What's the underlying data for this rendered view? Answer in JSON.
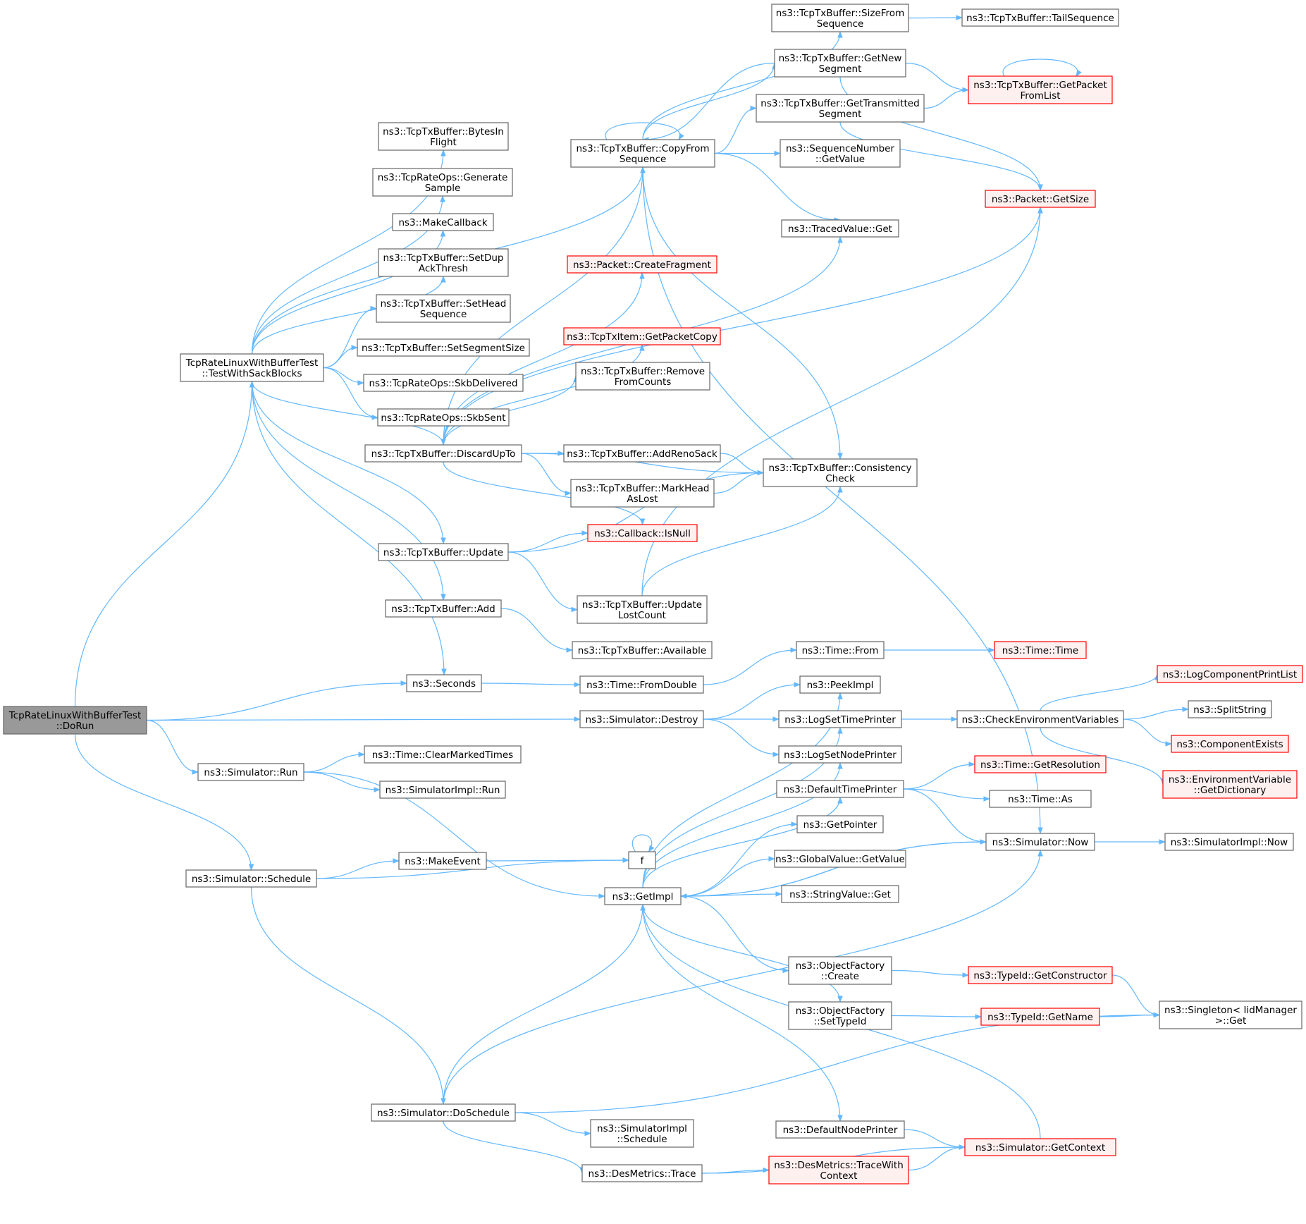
{
  "colors": {
    "edge": "#63b8ff",
    "normal_border": "#666666",
    "normal_fill": "#ffffff",
    "root_fill": "#999999",
    "root_border": "#666666",
    "truncated_border": "#ff0000",
    "truncated_fill": "#fff0f0",
    "text": "#000000"
  },
  "nodes": [
    {
      "id": "dorun",
      "lines": [
        "TcpRateLinuxWithBufferTest",
        "::DoRun"
      ],
      "style": "root"
    },
    {
      "id": "testsack",
      "lines": [
        "TcpRateLinuxWithBufferTest",
        "::TestWithSackBlocks"
      ],
      "style": "normal"
    },
    {
      "id": "seconds",
      "lines": [
        "ns3::Seconds"
      ],
      "style": "normal"
    },
    {
      "id": "simrun",
      "lines": [
        "ns3::Simulator::Run"
      ],
      "style": "normal"
    },
    {
      "id": "simschedule",
      "lines": [
        "ns3::Simulator::Schedule"
      ],
      "style": "normal"
    },
    {
      "id": "simdestroy",
      "lines": [
        "ns3::Simulator::Destroy"
      ],
      "style": "normal"
    },
    {
      "id": "bytesinflight",
      "lines": [
        "ns3::TcpTxBuffer::BytesIn",
        "Flight"
      ],
      "style": "normal"
    },
    {
      "id": "gensample",
      "lines": [
        "ns3::TcpRateOps::Generate",
        "Sample"
      ],
      "style": "normal"
    },
    {
      "id": "makecallback",
      "lines": [
        "ns3::MakeCallback"
      ],
      "style": "normal"
    },
    {
      "id": "setdupack",
      "lines": [
        "ns3::TcpTxBuffer::SetDup",
        "AckThresh"
      ],
      "style": "normal"
    },
    {
      "id": "sethead",
      "lines": [
        "ns3::TcpTxBuffer::SetHead",
        "Sequence"
      ],
      "style": "normal"
    },
    {
      "id": "setsegsize",
      "lines": [
        "ns3::TcpTxBuffer::SetSegmentSize"
      ],
      "style": "normal"
    },
    {
      "id": "skbdelivered",
      "lines": [
        "ns3::TcpRateOps::SkbDelivered"
      ],
      "style": "normal"
    },
    {
      "id": "skbsent",
      "lines": [
        "ns3::TcpRateOps::SkbSent"
      ],
      "style": "normal"
    },
    {
      "id": "discardupto",
      "lines": [
        "ns3::TcpTxBuffer::DiscardUpTo"
      ],
      "style": "normal"
    },
    {
      "id": "update",
      "lines": [
        "ns3::TcpTxBuffer::Update"
      ],
      "style": "normal"
    },
    {
      "id": "add",
      "lines": [
        "ns3::TcpTxBuffer::Add"
      ],
      "style": "normal"
    },
    {
      "id": "copyfromseq",
      "lines": [
        "ns3::TcpTxBuffer::CopyFrom",
        "Sequence"
      ],
      "style": "normal"
    },
    {
      "id": "createfrag",
      "lines": [
        "ns3::Packet::CreateFragment"
      ],
      "style": "truncated"
    },
    {
      "id": "getpacketcopy",
      "lines": [
        "ns3::TcpTxItem::GetPacketCopy"
      ],
      "style": "truncated"
    },
    {
      "id": "removefromcounts",
      "lines": [
        "ns3::TcpTxBuffer::Remove",
        "FromCounts"
      ],
      "style": "normal"
    },
    {
      "id": "addrenosack",
      "lines": [
        "ns3::TcpTxBuffer::AddRenoSack"
      ],
      "style": "normal"
    },
    {
      "id": "markhead",
      "lines": [
        "ns3::TcpTxBuffer::MarkHead",
        "AsLost"
      ],
      "style": "normal"
    },
    {
      "id": "isnull",
      "lines": [
        "ns3::Callback::IsNull"
      ],
      "style": "truncated"
    },
    {
      "id": "updatelost",
      "lines": [
        "ns3::TcpTxBuffer::Update",
        "LostCount"
      ],
      "style": "normal"
    },
    {
      "id": "available",
      "lines": [
        "ns3::TcpTxBuffer::Available"
      ],
      "style": "normal"
    },
    {
      "id": "fromdouble",
      "lines": [
        "ns3::Time::FromDouble"
      ],
      "style": "normal"
    },
    {
      "id": "clearmarked",
      "lines": [
        "ns3::Time::ClearMarkedTimes"
      ],
      "style": "normal"
    },
    {
      "id": "simimplrun",
      "lines": [
        "ns3::SimulatorImpl::Run"
      ],
      "style": "normal"
    },
    {
      "id": "makeevent",
      "lines": [
        "ns3::MakeEvent"
      ],
      "style": "normal"
    },
    {
      "id": "f",
      "lines": [
        "f"
      ],
      "style": "normal"
    },
    {
      "id": "getimpl",
      "lines": [
        "ns3::GetImpl"
      ],
      "style": "normal"
    },
    {
      "id": "doschedule",
      "lines": [
        "ns3::Simulator::DoSchedule"
      ],
      "style": "normal"
    },
    {
      "id": "simimplschedule",
      "lines": [
        "ns3::SimulatorImpl",
        "::Schedule"
      ],
      "style": "normal"
    },
    {
      "id": "destrace",
      "lines": [
        "ns3::DesMetrics::Trace"
      ],
      "style": "normal"
    },
    {
      "id": "sizefromseq",
      "lines": [
        "ns3::TcpTxBuffer::SizeFrom",
        "Sequence"
      ],
      "style": "normal"
    },
    {
      "id": "getnewseg",
      "lines": [
        "ns3::TcpTxBuffer::GetNew",
        "Segment"
      ],
      "style": "normal"
    },
    {
      "id": "gettransseg",
      "lines": [
        "ns3::TcpTxBuffer::GetTransmitted",
        "Segment"
      ],
      "style": "normal"
    },
    {
      "id": "seqgetvalue",
      "lines": [
        "ns3::SequenceNumber",
        "::GetValue"
      ],
      "style": "normal"
    },
    {
      "id": "tracedget",
      "lines": [
        "ns3::TracedValue::Get"
      ],
      "style": "normal"
    },
    {
      "id": "consistency",
      "lines": [
        "ns3::TcpTxBuffer::Consistency",
        "Check"
      ],
      "style": "normal"
    },
    {
      "id": "timefrom",
      "lines": [
        "ns3::Time::From"
      ],
      "style": "normal"
    },
    {
      "id": "peekimpl",
      "lines": [
        "ns3::PeekImpl"
      ],
      "style": "normal"
    },
    {
      "id": "logsettime",
      "lines": [
        "ns3::LogSetTimePrinter"
      ],
      "style": "normal"
    },
    {
      "id": "logsetnode",
      "lines": [
        "ns3::LogSetNodePrinter"
      ],
      "style": "normal"
    },
    {
      "id": "defaulttime",
      "lines": [
        "ns3::DefaultTimePrinter"
      ],
      "style": "normal"
    },
    {
      "id": "getpointer",
      "lines": [
        "ns3::GetPointer"
      ],
      "style": "normal"
    },
    {
      "id": "globalgetvalue",
      "lines": [
        "ns3::GlobalValue::GetValue"
      ],
      "style": "normal"
    },
    {
      "id": "stringvalueget",
      "lines": [
        "ns3::StringValue::Get"
      ],
      "style": "normal"
    },
    {
      "id": "ofcreate",
      "lines": [
        "ns3::ObjectFactory",
        "::Create"
      ],
      "style": "normal"
    },
    {
      "id": "ofsettypeid",
      "lines": [
        "ns3::ObjectFactory",
        "::SetTypeId"
      ],
      "style": "normal"
    },
    {
      "id": "defaultnode",
      "lines": [
        "ns3::DefaultNodePrinter"
      ],
      "style": "normal"
    },
    {
      "id": "tracewithctx",
      "lines": [
        "ns3::DesMetrics::TraceWith",
        "Context"
      ],
      "style": "truncated"
    },
    {
      "id": "tailseq",
      "lines": [
        "ns3::TcpTxBuffer::TailSequence"
      ],
      "style": "normal"
    },
    {
      "id": "getpacketfromlist",
      "lines": [
        "ns3::TcpTxBuffer::GetPacket",
        "FromList"
      ],
      "style": "truncated"
    },
    {
      "id": "packetgetsize",
      "lines": [
        "ns3::Packet::GetSize"
      ],
      "style": "truncated"
    },
    {
      "id": "timetime",
      "lines": [
        "ns3::Time::Time"
      ],
      "style": "truncated"
    },
    {
      "id": "checkenv",
      "lines": [
        "ns3::CheckEnvironmentVariables"
      ],
      "style": "normal"
    },
    {
      "id": "getresolution",
      "lines": [
        "ns3::Time::GetResolution"
      ],
      "style": "truncated"
    },
    {
      "id": "timeas",
      "lines": [
        "ns3::Time::As"
      ],
      "style": "normal"
    },
    {
      "id": "simnow",
      "lines": [
        "ns3::Simulator::Now"
      ],
      "style": "normal"
    },
    {
      "id": "getconstructor",
      "lines": [
        "ns3::TypeId::GetConstructor"
      ],
      "style": "truncated"
    },
    {
      "id": "getname",
      "lines": [
        "ns3::TypeId::GetName"
      ],
      "style": "truncated"
    },
    {
      "id": "getcontext",
      "lines": [
        "ns3::Simulator::GetContext"
      ],
      "style": "truncated"
    },
    {
      "id": "logcompprint",
      "lines": [
        "ns3::LogComponentPrintList"
      ],
      "style": "truncated"
    },
    {
      "id": "splitstring",
      "lines": [
        "ns3::SplitString"
      ],
      "style": "normal"
    },
    {
      "id": "compexists",
      "lines": [
        "ns3::ComponentExists"
      ],
      "style": "truncated"
    },
    {
      "id": "envdict",
      "lines": [
        "ns3::EnvironmentVariable",
        "::GetDictionary"
      ],
      "style": "truncated"
    },
    {
      "id": "simimplnow",
      "lines": [
        "ns3::SimulatorImpl::Now"
      ],
      "style": "normal"
    },
    {
      "id": "singletonget",
      "lines": [
        "ns3::Singleton< IidManager",
        " >::Get"
      ],
      "style": "normal"
    }
  ],
  "edges": [
    [
      "dorun",
      "testsack"
    ],
    [
      "dorun",
      "seconds"
    ],
    [
      "dorun",
      "simdestroy"
    ],
    [
      "dorun",
      "simrun"
    ],
    [
      "dorun",
      "simschedule"
    ],
    [
      "testsack",
      "copyfromseq"
    ],
    [
      "testsack",
      "bytesinflight"
    ],
    [
      "testsack",
      "gensample"
    ],
    [
      "testsack",
      "makecallback"
    ],
    [
      "testsack",
      "setdupack"
    ],
    [
      "testsack",
      "sethead"
    ],
    [
      "testsack",
      "setsegsize"
    ],
    [
      "testsack",
      "skbdelivered"
    ],
    [
      "testsack",
      "skbsent"
    ],
    [
      "testsack",
      "discardupto"
    ],
    [
      "testsack",
      "update"
    ],
    [
      "testsack",
      "add"
    ],
    [
      "testsack",
      "seconds"
    ],
    [
      "copyfromseq",
      "copyfromseq"
    ],
    [
      "copyfromseq",
      "sizefromseq"
    ],
    [
      "copyfromseq",
      "getnewseg"
    ],
    [
      "copyfromseq",
      "gettransseg"
    ],
    [
      "copyfromseq",
      "seqgetvalue"
    ],
    [
      "copyfromseq",
      "tracedget"
    ],
    [
      "copyfromseq",
      "consistency"
    ],
    [
      "copyfromseq",
      "simnow"
    ],
    [
      "getnewseg",
      "copyfromseq"
    ],
    [
      "getnewseg",
      "getpacketfromlist"
    ],
    [
      "getnewseg",
      "packetgetsize"
    ],
    [
      "gettransseg",
      "getpacketfromlist"
    ],
    [
      "gettransseg",
      "packetgetsize"
    ],
    [
      "getpacketfromlist",
      "getpacketfromlist"
    ],
    [
      "sizefromseq",
      "tailseq"
    ],
    [
      "discardupto",
      "copyfromseq"
    ],
    [
      "discardupto",
      "packetgetsize"
    ],
    [
      "discardupto",
      "createfrag"
    ],
    [
      "discardupto",
      "tracedget"
    ],
    [
      "discardupto",
      "getpacketcopy"
    ],
    [
      "discardupto",
      "removefromcounts"
    ],
    [
      "discardupto",
      "consistency"
    ],
    [
      "discardupto",
      "addrenosack"
    ],
    [
      "discardupto",
      "markhead"
    ],
    [
      "discardupto",
      "isnull"
    ],
    [
      "addrenosack",
      "consistency"
    ],
    [
      "markhead",
      "consistency"
    ],
    [
      "update",
      "isnull"
    ],
    [
      "update",
      "consistency"
    ],
    [
      "update",
      "updatelost"
    ],
    [
      "updatelost",
      "consistency"
    ],
    [
      "updatelost",
      "packetgetsize"
    ],
    [
      "add",
      "available"
    ],
    [
      "seconds",
      "fromdouble"
    ],
    [
      "fromdouble",
      "timefrom"
    ],
    [
      "timefrom",
      "timetime"
    ],
    [
      "simdestroy",
      "peekimpl"
    ],
    [
      "simdestroy",
      "logsettime"
    ],
    [
      "simdestroy",
      "logsetnode"
    ],
    [
      "logsettime",
      "checkenv"
    ],
    [
      "checkenv",
      "logcompprint"
    ],
    [
      "checkenv",
      "splitstring"
    ],
    [
      "checkenv",
      "compexists"
    ],
    [
      "checkenv",
      "envdict"
    ],
    [
      "simrun",
      "clearmarked"
    ],
    [
      "simrun",
      "simimplrun"
    ],
    [
      "simrun",
      "getimpl"
    ],
    [
      "simschedule",
      "makeevent"
    ],
    [
      "simschedule",
      "f"
    ],
    [
      "simschedule",
      "doschedule"
    ],
    [
      "makeevent",
      "f"
    ],
    [
      "f",
      "f"
    ],
    [
      "getimpl",
      "peekimpl"
    ],
    [
      "getimpl",
      "logsettime"
    ],
    [
      "getimpl",
      "logsetnode"
    ],
    [
      "getimpl",
      "defaulttime"
    ],
    [
      "getimpl",
      "getpointer"
    ],
    [
      "getimpl",
      "globalgetvalue"
    ],
    [
      "getimpl",
      "stringvalueget"
    ],
    [
      "getimpl",
      "simnow"
    ],
    [
      "getimpl",
      "ofcreate"
    ],
    [
      "getimpl",
      "ofsettypeid"
    ],
    [
      "getimpl",
      "defaultnode"
    ],
    [
      "defaulttime",
      "getresolution"
    ],
    [
      "defaulttime",
      "timeas"
    ],
    [
      "defaulttime",
      "simnow"
    ],
    [
      "simnow",
      "simimplnow"
    ],
    [
      "simnow",
      "getimpl"
    ],
    [
      "ofcreate",
      "getconstructor"
    ],
    [
      "getconstructor",
      "singletonget"
    ],
    [
      "ofsettypeid",
      "getname"
    ],
    [
      "getname",
      "singletonget"
    ],
    [
      "defaultnode",
      "getcontext"
    ],
    [
      "getcontext",
      "getimpl"
    ],
    [
      "doschedule",
      "getimpl"
    ],
    [
      "doschedule",
      "simnow"
    ],
    [
      "doschedule",
      "simimplschedule"
    ],
    [
      "doschedule",
      "destrace"
    ],
    [
      "doschedule",
      "singletonget"
    ],
    [
      "destrace",
      "tracewithctx"
    ],
    [
      "destrace",
      "getcontext"
    ],
    [
      "tracewithctx",
      "getcontext"
    ]
  ]
}
